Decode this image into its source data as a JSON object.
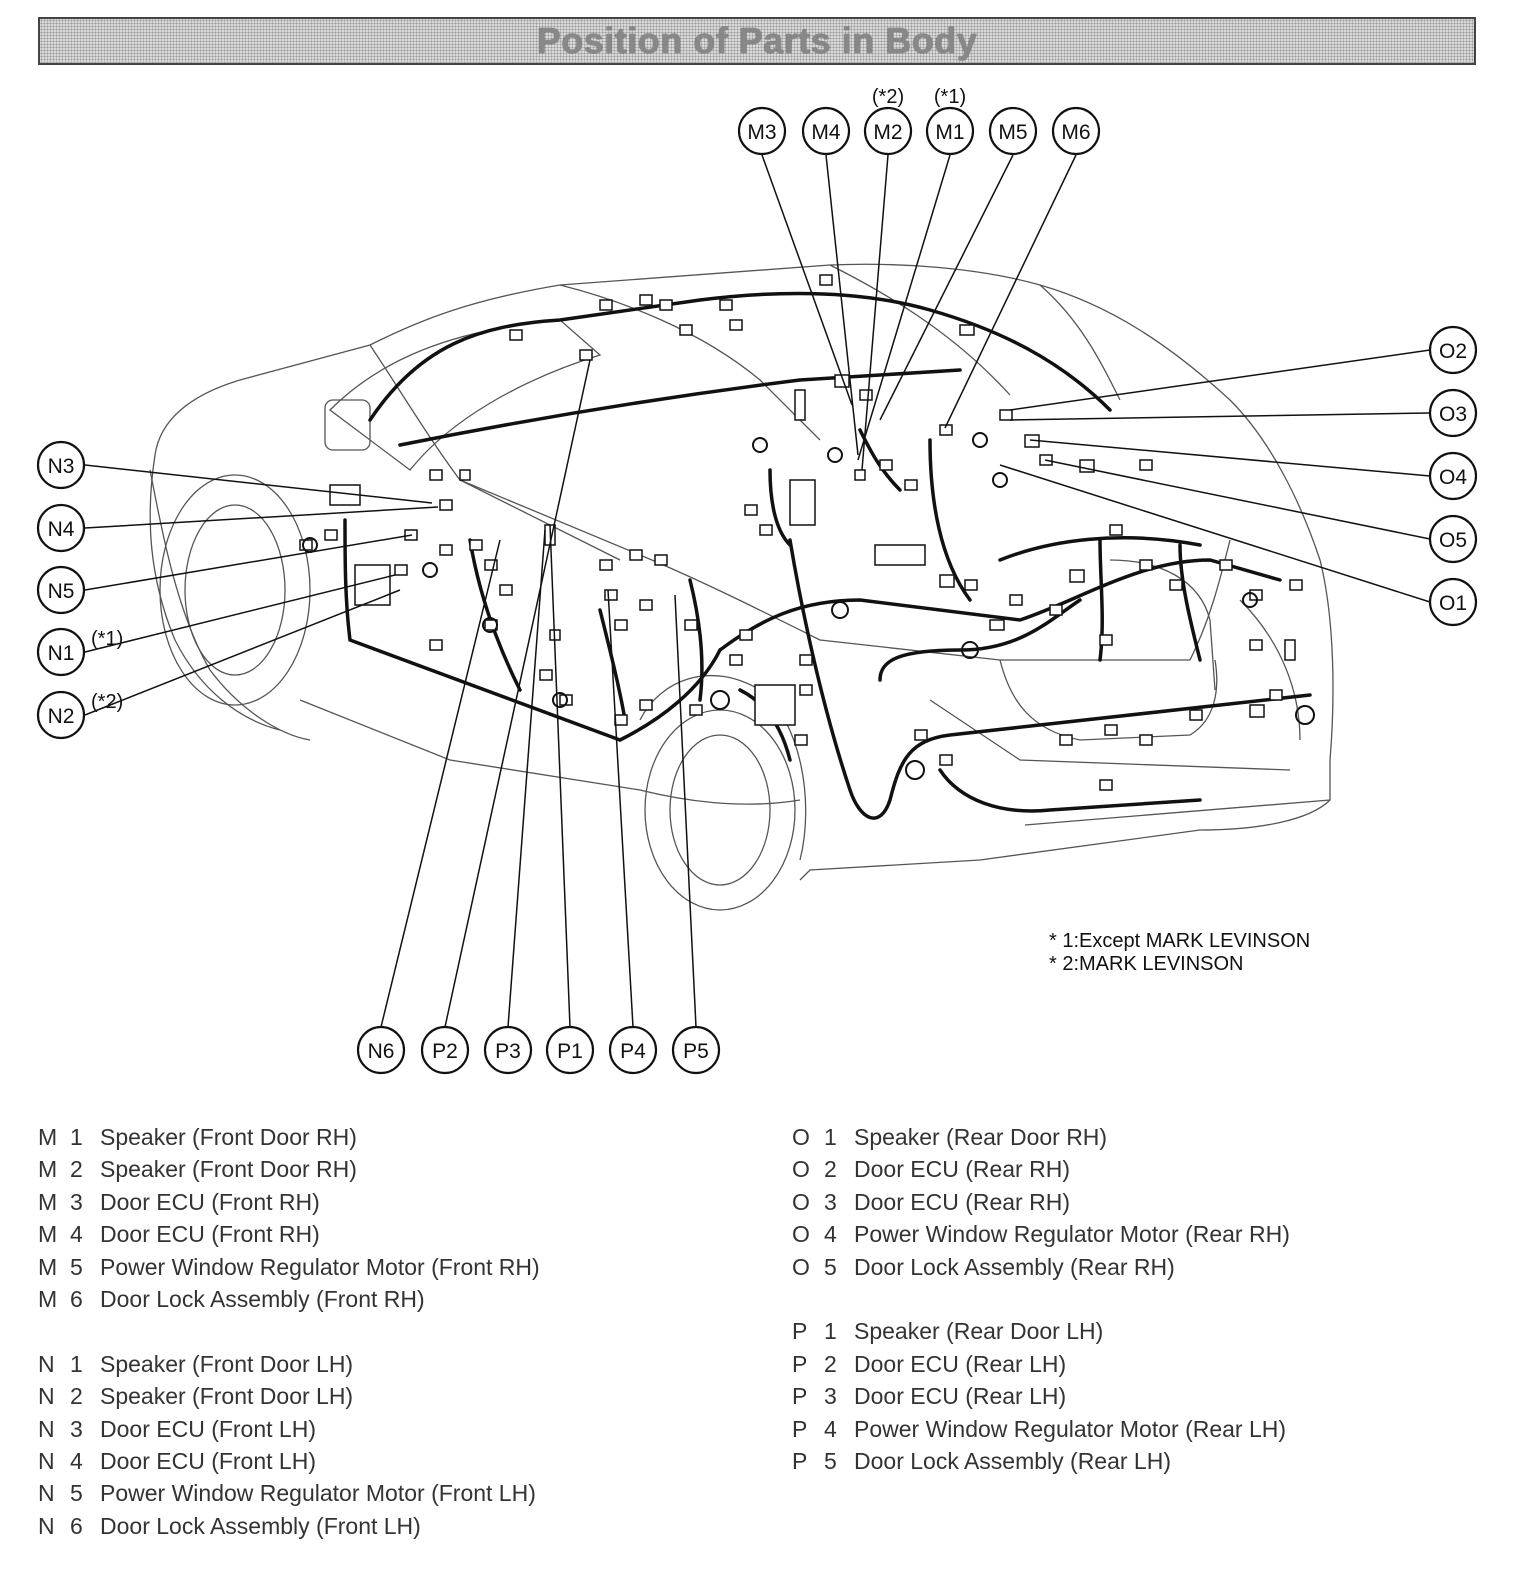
{
  "title": "Position of Parts in Body",
  "callouts": {
    "M3": "M3",
    "M4": "M4",
    "M2": "M2",
    "M1": "M1",
    "M5": "M5",
    "M6": "M6",
    "N3": "N3",
    "N4": "N4",
    "N5": "N5",
    "N1": "N1",
    "N2": "N2",
    "O2": "O2",
    "O3": "O3",
    "O4": "O4",
    "O5": "O5",
    "O1": "O1",
    "N6": "N6",
    "P2": "P2",
    "P3": "P3",
    "P1": "P1",
    "P4": "P4",
    "P5": "P5"
  },
  "callout_notes": {
    "M2": "(*2)",
    "M1": "(*1)",
    "N1": "(*1)",
    "N2": "(*2)"
  },
  "footnotes": [
    "* 1:Except MARK LEVINSON",
    "* 2:MARK LEVINSON"
  ],
  "legend_left": [
    {
      "letter": "M",
      "num": "1",
      "desc": "Speaker (Front Door RH)"
    },
    {
      "letter": "M",
      "num": "2",
      "desc": "Speaker (Front Door RH)"
    },
    {
      "letter": "M",
      "num": "3",
      "desc": "Door ECU (Front RH)"
    },
    {
      "letter": "M",
      "num": "4",
      "desc": "Door ECU (Front RH)"
    },
    {
      "letter": "M",
      "num": "5",
      "desc": "Power Window Regulator Motor (Front RH)"
    },
    {
      "letter": "M",
      "num": "6",
      "desc": "Door Lock Assembly (Front RH)"
    },
    {
      "letter": "N",
      "num": "1",
      "desc": "Speaker (Front Door LH)"
    },
    {
      "letter": "N",
      "num": "2",
      "desc": "Speaker (Front Door LH)"
    },
    {
      "letter": "N",
      "num": "3",
      "desc": "Door ECU (Front LH)"
    },
    {
      "letter": "N",
      "num": "4",
      "desc": "Door ECU (Front LH)"
    },
    {
      "letter": "N",
      "num": "5",
      "desc": "Power Window Regulator Motor (Front LH)"
    },
    {
      "letter": "N",
      "num": "6",
      "desc": "Door Lock Assembly (Front LH)"
    }
  ],
  "legend_right": [
    {
      "letter": "O",
      "num": "1",
      "desc": "Speaker (Rear Door RH)"
    },
    {
      "letter": "O",
      "num": "2",
      "desc": "Door ECU (Rear RH)"
    },
    {
      "letter": "O",
      "num": "3",
      "desc": "Door ECU (Rear RH)"
    },
    {
      "letter": "O",
      "num": "4",
      "desc": "Power Window Regulator Motor (Rear RH)"
    },
    {
      "letter": "O",
      "num": "5",
      "desc": "Door Lock Assembly (Rear RH)"
    },
    {
      "letter": "P",
      "num": "1",
      "desc": "Speaker (Rear Door LH)"
    },
    {
      "letter": "P",
      "num": "2",
      "desc": "Door ECU (Rear LH)"
    },
    {
      "letter": "P",
      "num": "3",
      "desc": "Door ECU (Rear LH)"
    },
    {
      "letter": "P",
      "num": "4",
      "desc": "Power Window Regulator Motor (Rear LH)"
    },
    {
      "letter": "P",
      "num": "5",
      "desc": "Door Lock Assembly (Rear LH)"
    }
  ]
}
